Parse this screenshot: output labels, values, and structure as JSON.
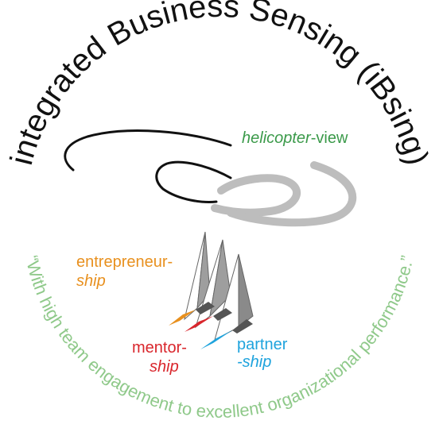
{
  "title": "integrated Business Sensing (iBsing)",
  "motto": "“With high team engagement to excellent organizational performance.”",
  "helicopter": {
    "prefix": "helicopter",
    "suffix": "-view"
  },
  "labels": {
    "entrepreneur": {
      "line1": "entrepreneur-",
      "line2": "ship"
    },
    "mentor": {
      "line1": "mentor-",
      "line2": "ship"
    },
    "partner": {
      "line1": "partner",
      "line2": "-ship"
    }
  },
  "colors": {
    "title": "#111111",
    "motto": "#8fc98a",
    "helicopter": "#3b9a4a",
    "entrepreneur": "#e8901e",
    "mentor": "#d9262c",
    "partner": "#1ea3dd",
    "grey_arcs": "#bdbdbd",
    "black_arcs": "#111111"
  }
}
